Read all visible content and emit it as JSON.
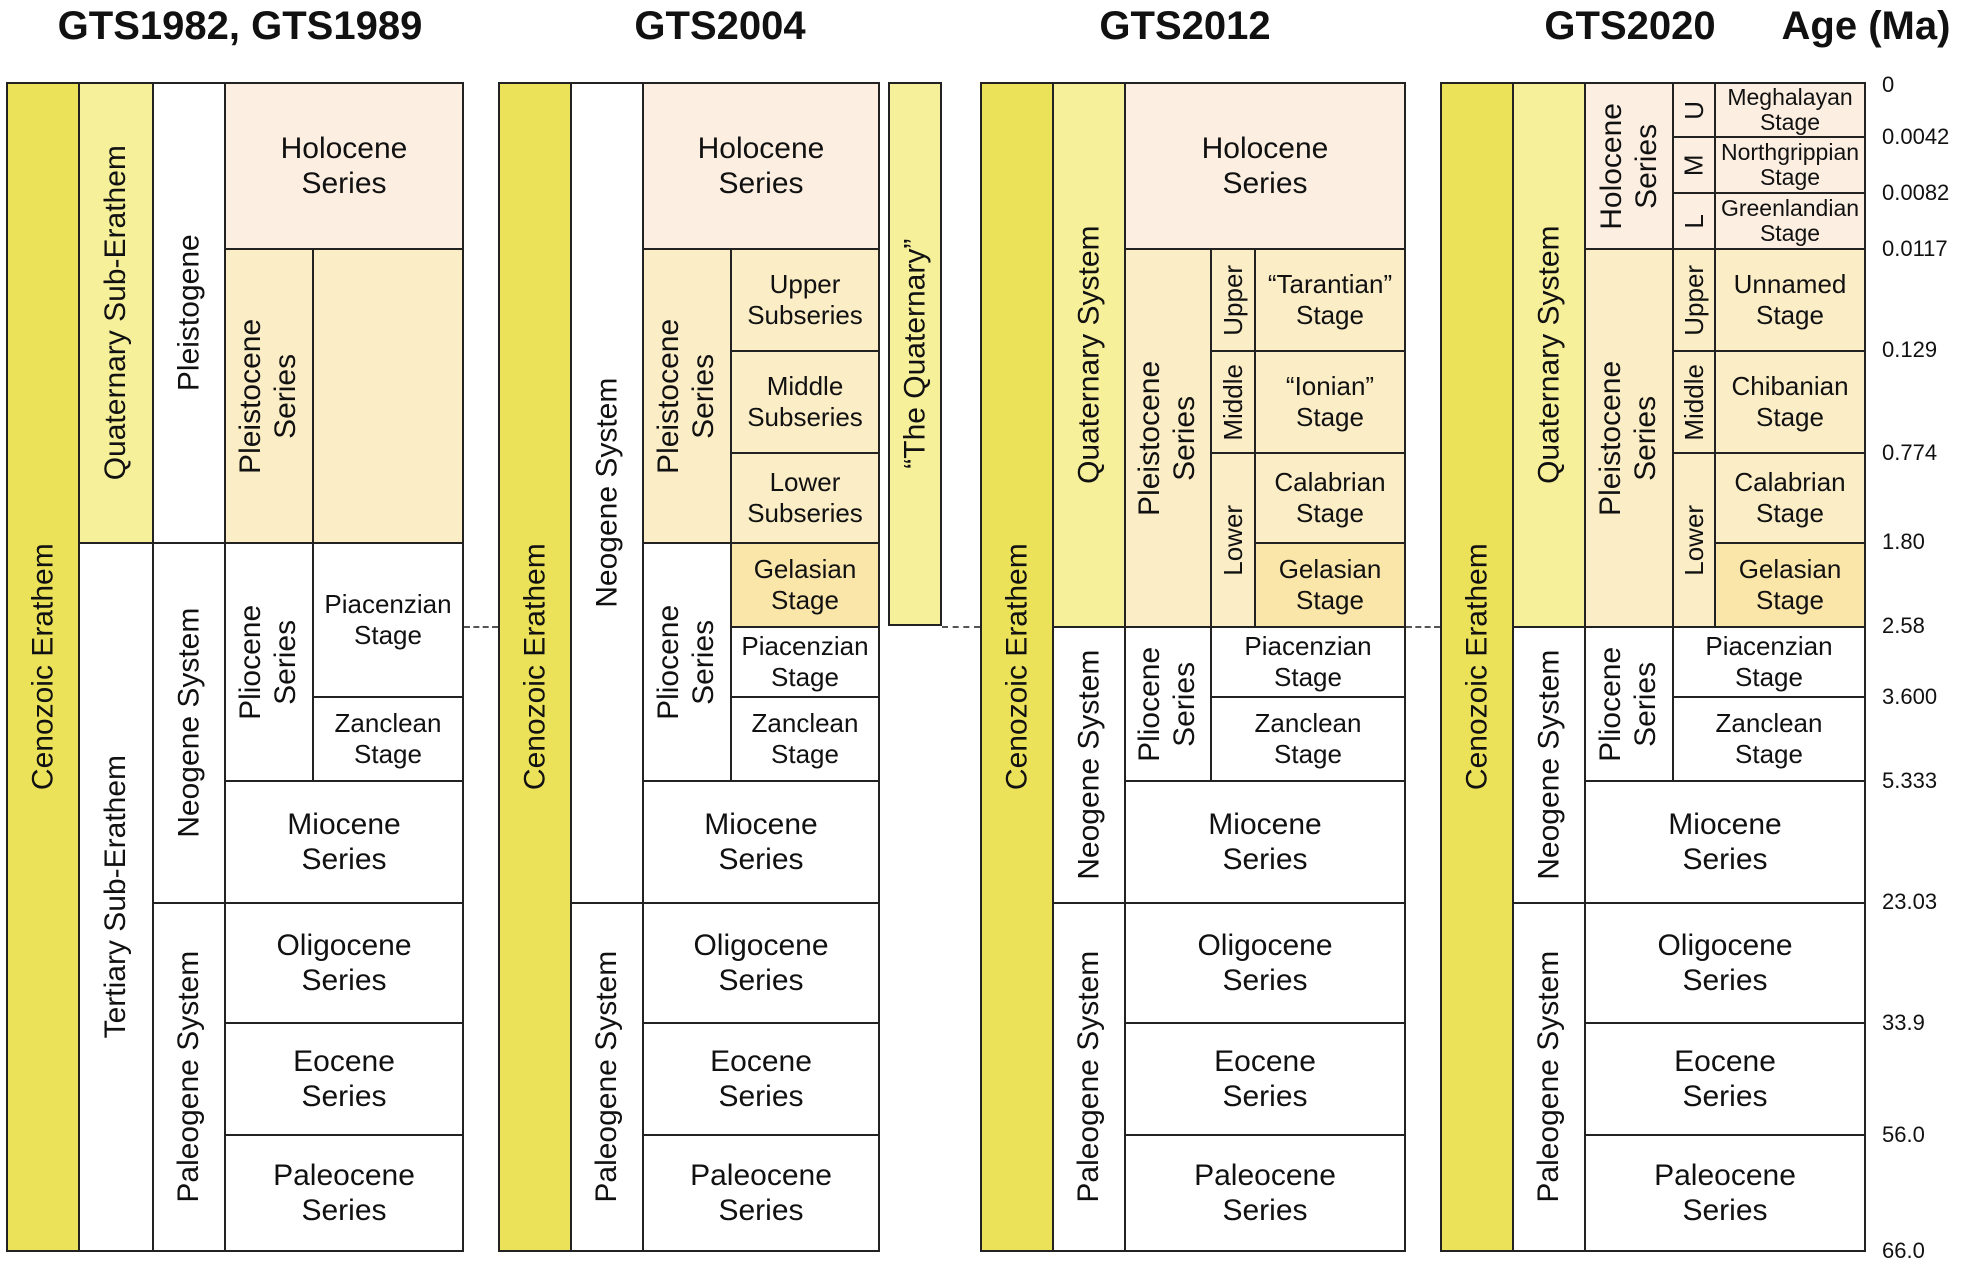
{
  "titles": {
    "gts1982": "GTS1982, GTS1989",
    "gts2004": "GTS2004",
    "gts2012": "GTS2012",
    "gts2020": "GTS2020",
    "age_axis": "Age (Ma)"
  },
  "gts1982": {
    "cenozoic": "Cenozoic Erathem",
    "quaternary_sub": "Quaternary Sub-Erathem",
    "tertiary_sub": "Tertiary Sub-Erathem",
    "pleistogene": "Pleistogene",
    "neogene": "Neogene System",
    "paleogene": "Paleogene System",
    "holocene": "Holocene\nSeries",
    "pleistocene": "Pleistocene\nSeries",
    "pliocene": "Pliocene\nSeries",
    "piacenzian": "Piacenzian\nStage",
    "zanclean": "Zanclean\nStage",
    "miocene": "Miocene\nSeries",
    "oligocene": "Oligocene\nSeries",
    "eocene": "Eocene\nSeries",
    "paleocene": "Paleocene\nSeries"
  },
  "gts2004": {
    "cenozoic": "Cenozoic Erathem",
    "neogene": "Neogene System",
    "paleogene": "Paleogene System",
    "holocene": "Holocene\nSeries",
    "pleistocene": "Pleistocene\nSeries",
    "upper": "Upper\nSubseries",
    "middle": "Middle\nSubseries",
    "lower": "Lower\nSubseries",
    "pliocene": "Pliocene\nSeries",
    "gelasian": "Gelasian\nStage",
    "piacenzian": "Piacenzian\nStage",
    "zanclean": "Zanclean\nStage",
    "miocene": "Miocene\nSeries",
    "oligocene": "Oligocene\nSeries",
    "eocene": "Eocene\nSeries",
    "paleocene": "Paleocene\nSeries",
    "the_quaternary": "“The Quaternary”"
  },
  "gts2012": {
    "cenozoic": "Cenozoic Erathem",
    "quaternary": "Quaternary System",
    "neogene": "Neogene System",
    "paleogene": "Paleogene System",
    "holocene": "Holocene\nSeries",
    "pleistocene": "Pleistocene\nSeries",
    "upper": "Upper",
    "middle": "Middle",
    "lower": "Lower",
    "tarantian": "“Tarantian”\nStage",
    "ionian": "“Ionian”\nStage",
    "calabrian": "Calabrian\nStage",
    "gelasian": "Gelasian\nStage",
    "pliocene": "Pliocene\nSeries",
    "piacenzian": "Piacenzian\nStage",
    "zanclean": "Zanclean\nStage",
    "miocene": "Miocene\nSeries",
    "oligocene": "Oligocene\nSeries",
    "eocene": "Eocene\nSeries",
    "paleocene": "Paleocene\nSeries"
  },
  "gts2020": {
    "cenozoic": "Cenozoic Erathem",
    "quaternary": "Quaternary System",
    "neogene": "Neogene System",
    "paleogene": "Paleogene System",
    "holocene": "Holocene\nSeries",
    "u": "U",
    "m": "M",
    "l": "L",
    "meghalayan": "Meghalayan\nStage",
    "northgrippian": "Northgrippian\nStage",
    "greenlandian": "Greenlandian\nStage",
    "pleistocene": "Pleistocene\nSeries",
    "upper": "Upper",
    "middle": "Middle",
    "lower": "Lower",
    "unnamed": "Unnamed\nStage",
    "chibanian": "Chibanian\nStage",
    "calabrian": "Calabrian\nStage",
    "gelasian": "Gelasian\nStage",
    "pliocene": "Pliocene\nSeries",
    "piacenzian": "Piacenzian\nStage",
    "zanclean": "Zanclean\nStage",
    "miocene": "Miocene\nSeries",
    "oligocene": "Oligocene\nSeries",
    "eocene": "Eocene\nSeries",
    "paleocene": "Paleocene\nSeries"
  },
  "ages": [
    "0",
    "0.0042",
    "0.0082",
    "0.0117",
    "0.129",
    "0.774",
    "1.80",
    "2.58",
    "3.600",
    "5.333",
    "23.03",
    "33.9",
    "56.0",
    "66.0"
  ],
  "colors": {
    "erathem": "#ece25a",
    "sub_erathem_system": "#f6f09b",
    "pleistocene": "#fbedc6",
    "gelasian": "#fbe6a9",
    "holocene": "#fcefe2",
    "pre_quaternary": "#ffffff"
  }
}
